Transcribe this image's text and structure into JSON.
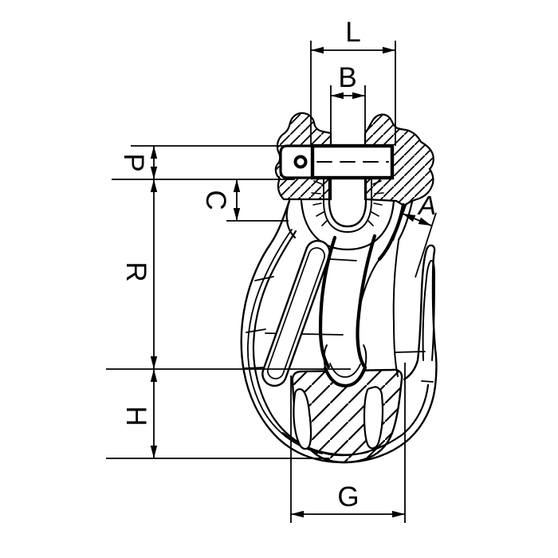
{
  "drawing": {
    "subject": "clevis grab hook technical line drawing",
    "background_color": "#ffffff",
    "line_color": "#000000",
    "dimension_labels": {
      "L": "L",
      "B": "B",
      "P": "P",
      "C": "C",
      "R": "R",
      "A": "A",
      "H": "H",
      "G": "G"
    }
  }
}
